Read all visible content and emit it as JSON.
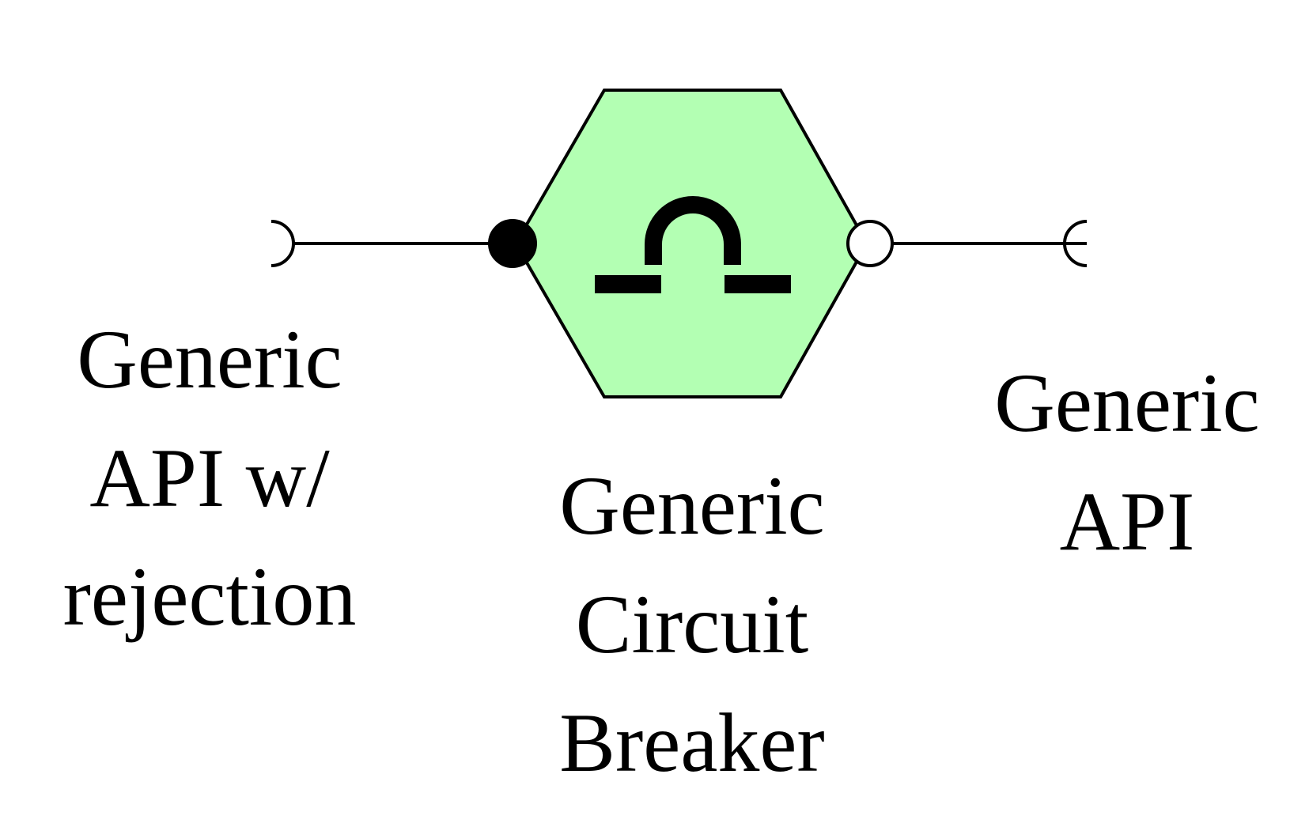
{
  "colors": {
    "hexagon_fill": "#b3ffb3",
    "stroke": "#000000",
    "background": "#ffffff"
  },
  "nodes": {
    "left_api": {
      "icon": "rejection-socket-icon",
      "label_lines": [
        "Generic",
        "API w/",
        "rejection"
      ]
    },
    "circuit_breaker": {
      "icon": "omega-icon",
      "label_lines": [
        "Generic",
        "Circuit",
        "Breaker"
      ]
    },
    "right_api": {
      "icon": "socket-icon",
      "label_lines": [
        "Generic",
        "API"
      ]
    }
  },
  "ports": {
    "left_port": "filled-port-icon",
    "right_port": "open-port-icon"
  }
}
